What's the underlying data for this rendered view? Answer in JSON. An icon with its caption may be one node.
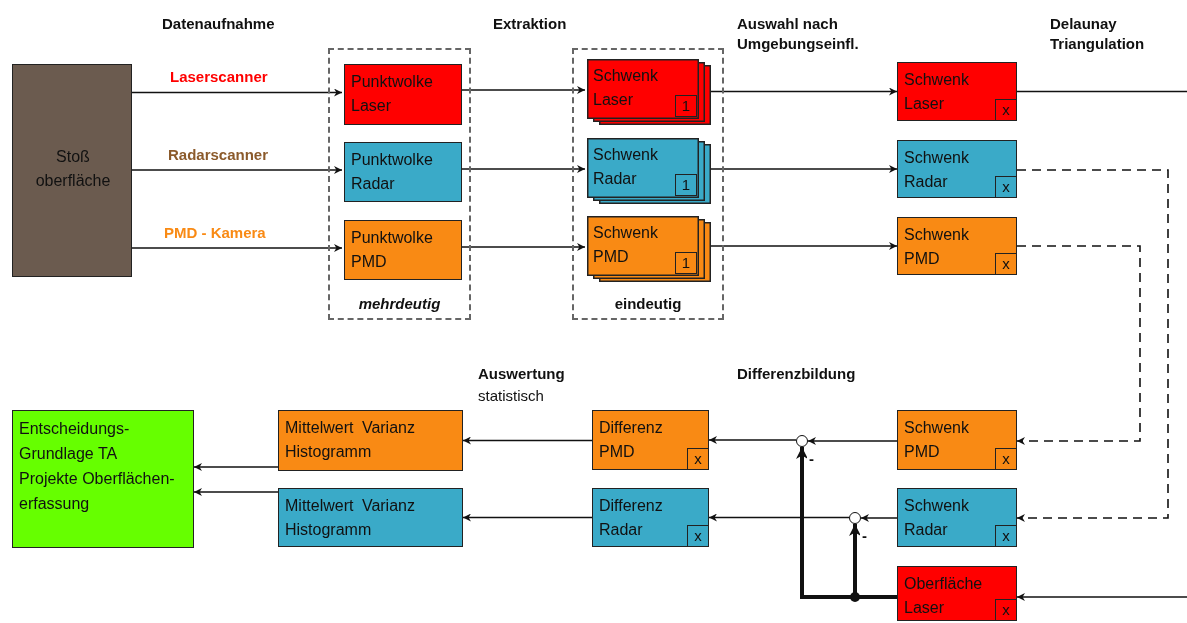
{
  "diagram": {
    "nodes": [
      {
        "text": [
          "Stoß oberfläche"
        ]
      },
      {
        "text": [
          "mehrdeutig"
        ]
      },
      {
        "text": [
          "Punktwolke Laser"
        ],
        "in": 1
      },
      {
        "text": [
          "Punktwolke Radar"
        ],
        "in": 1
      },
      {
        "text": [
          "Punktwolke PMD"
        ],
        "in": 1
      },
      {
        "text": [
          "eindeutig"
        ]
      },
      {
        "text": [
          "Schwenk Laser",
          "1"
        ],
        "in": 5
      },
      {
        "text": [
          "Schwenk Radar",
          "1"
        ],
        "in": 5
      },
      {
        "text": [
          "Schwenk PMD",
          "1"
        ],
        "in": 5
      },
      {
        "text": [
          "Schwenk Laser",
          "x"
        ]
      },
      {
        "text": [
          "Schwenk Radar",
          "x"
        ]
      },
      {
        "text": [
          "Schwenk PMD",
          "x"
        ]
      },
      {
        "text": [
          "Entscheidungs- Grundlage TA Projekte Oberflächen- erfassung"
        ]
      },
      {
        "text": [
          "Mittelwert Varianz Histogramm"
        ]
      },
      {
        "text": [
          "Mittelwert Varianz Histogramm"
        ]
      },
      {
        "text": [
          "Differenz PMD",
          "x"
        ]
      },
      {
        "text": [
          "Differenz Radar",
          "x"
        ]
      },
      {
        "text": [],
        "shape": "circle"
      },
      {
        "text": [],
        "shape": "circle"
      },
      {
        "text": [
          "Schwenk PMD",
          "x"
        ]
      },
      {
        "text": [
          "Schwenk Radar",
          "x"
        ]
      },
      {
        "text": [
          "Oberfläche Laser",
          "x"
        ]
      }
    ],
    "edges": [
      {
        "from": 0,
        "to": 2,
        "arrow": "to",
        "label": "Laserscanner"
      },
      {
        "from": 0,
        "to": 3,
        "arrow": "to",
        "label": "Radarscanner"
      },
      {
        "from": 0,
        "to": 4,
        "arrow": "to",
        "label": "PMD - Kamera"
      },
      {
        "from": 2,
        "to": 6,
        "arrow": "to"
      },
      {
        "from": 3,
        "to": 7,
        "arrow": "to"
      },
      {
        "from": 4,
        "to": 8,
        "arrow": "to"
      },
      {
        "from": 6,
        "to": 9,
        "arrow": "to"
      },
      {
        "from": 7,
        "to": 10,
        "arrow": "to"
      },
      {
        "from": 8,
        "to": 11,
        "arrow": "to"
      },
      {
        "from": 9,
        "to": null,
        "arrow": "none"
      },
      {
        "from": 10,
        "to": 20,
        "arrow": "to",
        "style": "dashed"
      },
      {
        "from": 11,
        "to": 19,
        "arrow": "to",
        "style": "dashed"
      },
      {
        "from": 19,
        "to": 17,
        "arrow": "to"
      },
      {
        "from": 17,
        "to": 15,
        "arrow": "to"
      },
      {
        "from": 20,
        "to": 18,
        "arrow": "to"
      },
      {
        "from": 18,
        "to": 16,
        "arrow": "to"
      },
      {
        "from": 21,
        "to": 17,
        "arrow": "to",
        "style": "thick",
        "label": "-"
      },
      {
        "from": 21,
        "to": 18,
        "arrow": "to",
        "style": "thick",
        "label": "-"
      },
      {
        "from": null,
        "to": 21,
        "arrow": "to"
      },
      {
        "from": 15,
        "to": 13,
        "arrow": "to"
      },
      {
        "from": 16,
        "to": 14,
        "arrow": "to"
      },
      {
        "from": 13,
        "to": 12,
        "arrow": "to"
      },
      {
        "from": 14,
        "to": 12,
        "arrow": "to"
      }
    ],
    "labels": [
      "Datenaufnahme",
      "Extraktion",
      "Auswahl nach Umgebungseinfl.",
      "Delaunay Triangulation",
      "Auswertung",
      "statistisch",
      "Differenzbildung"
    ]
  }
}
